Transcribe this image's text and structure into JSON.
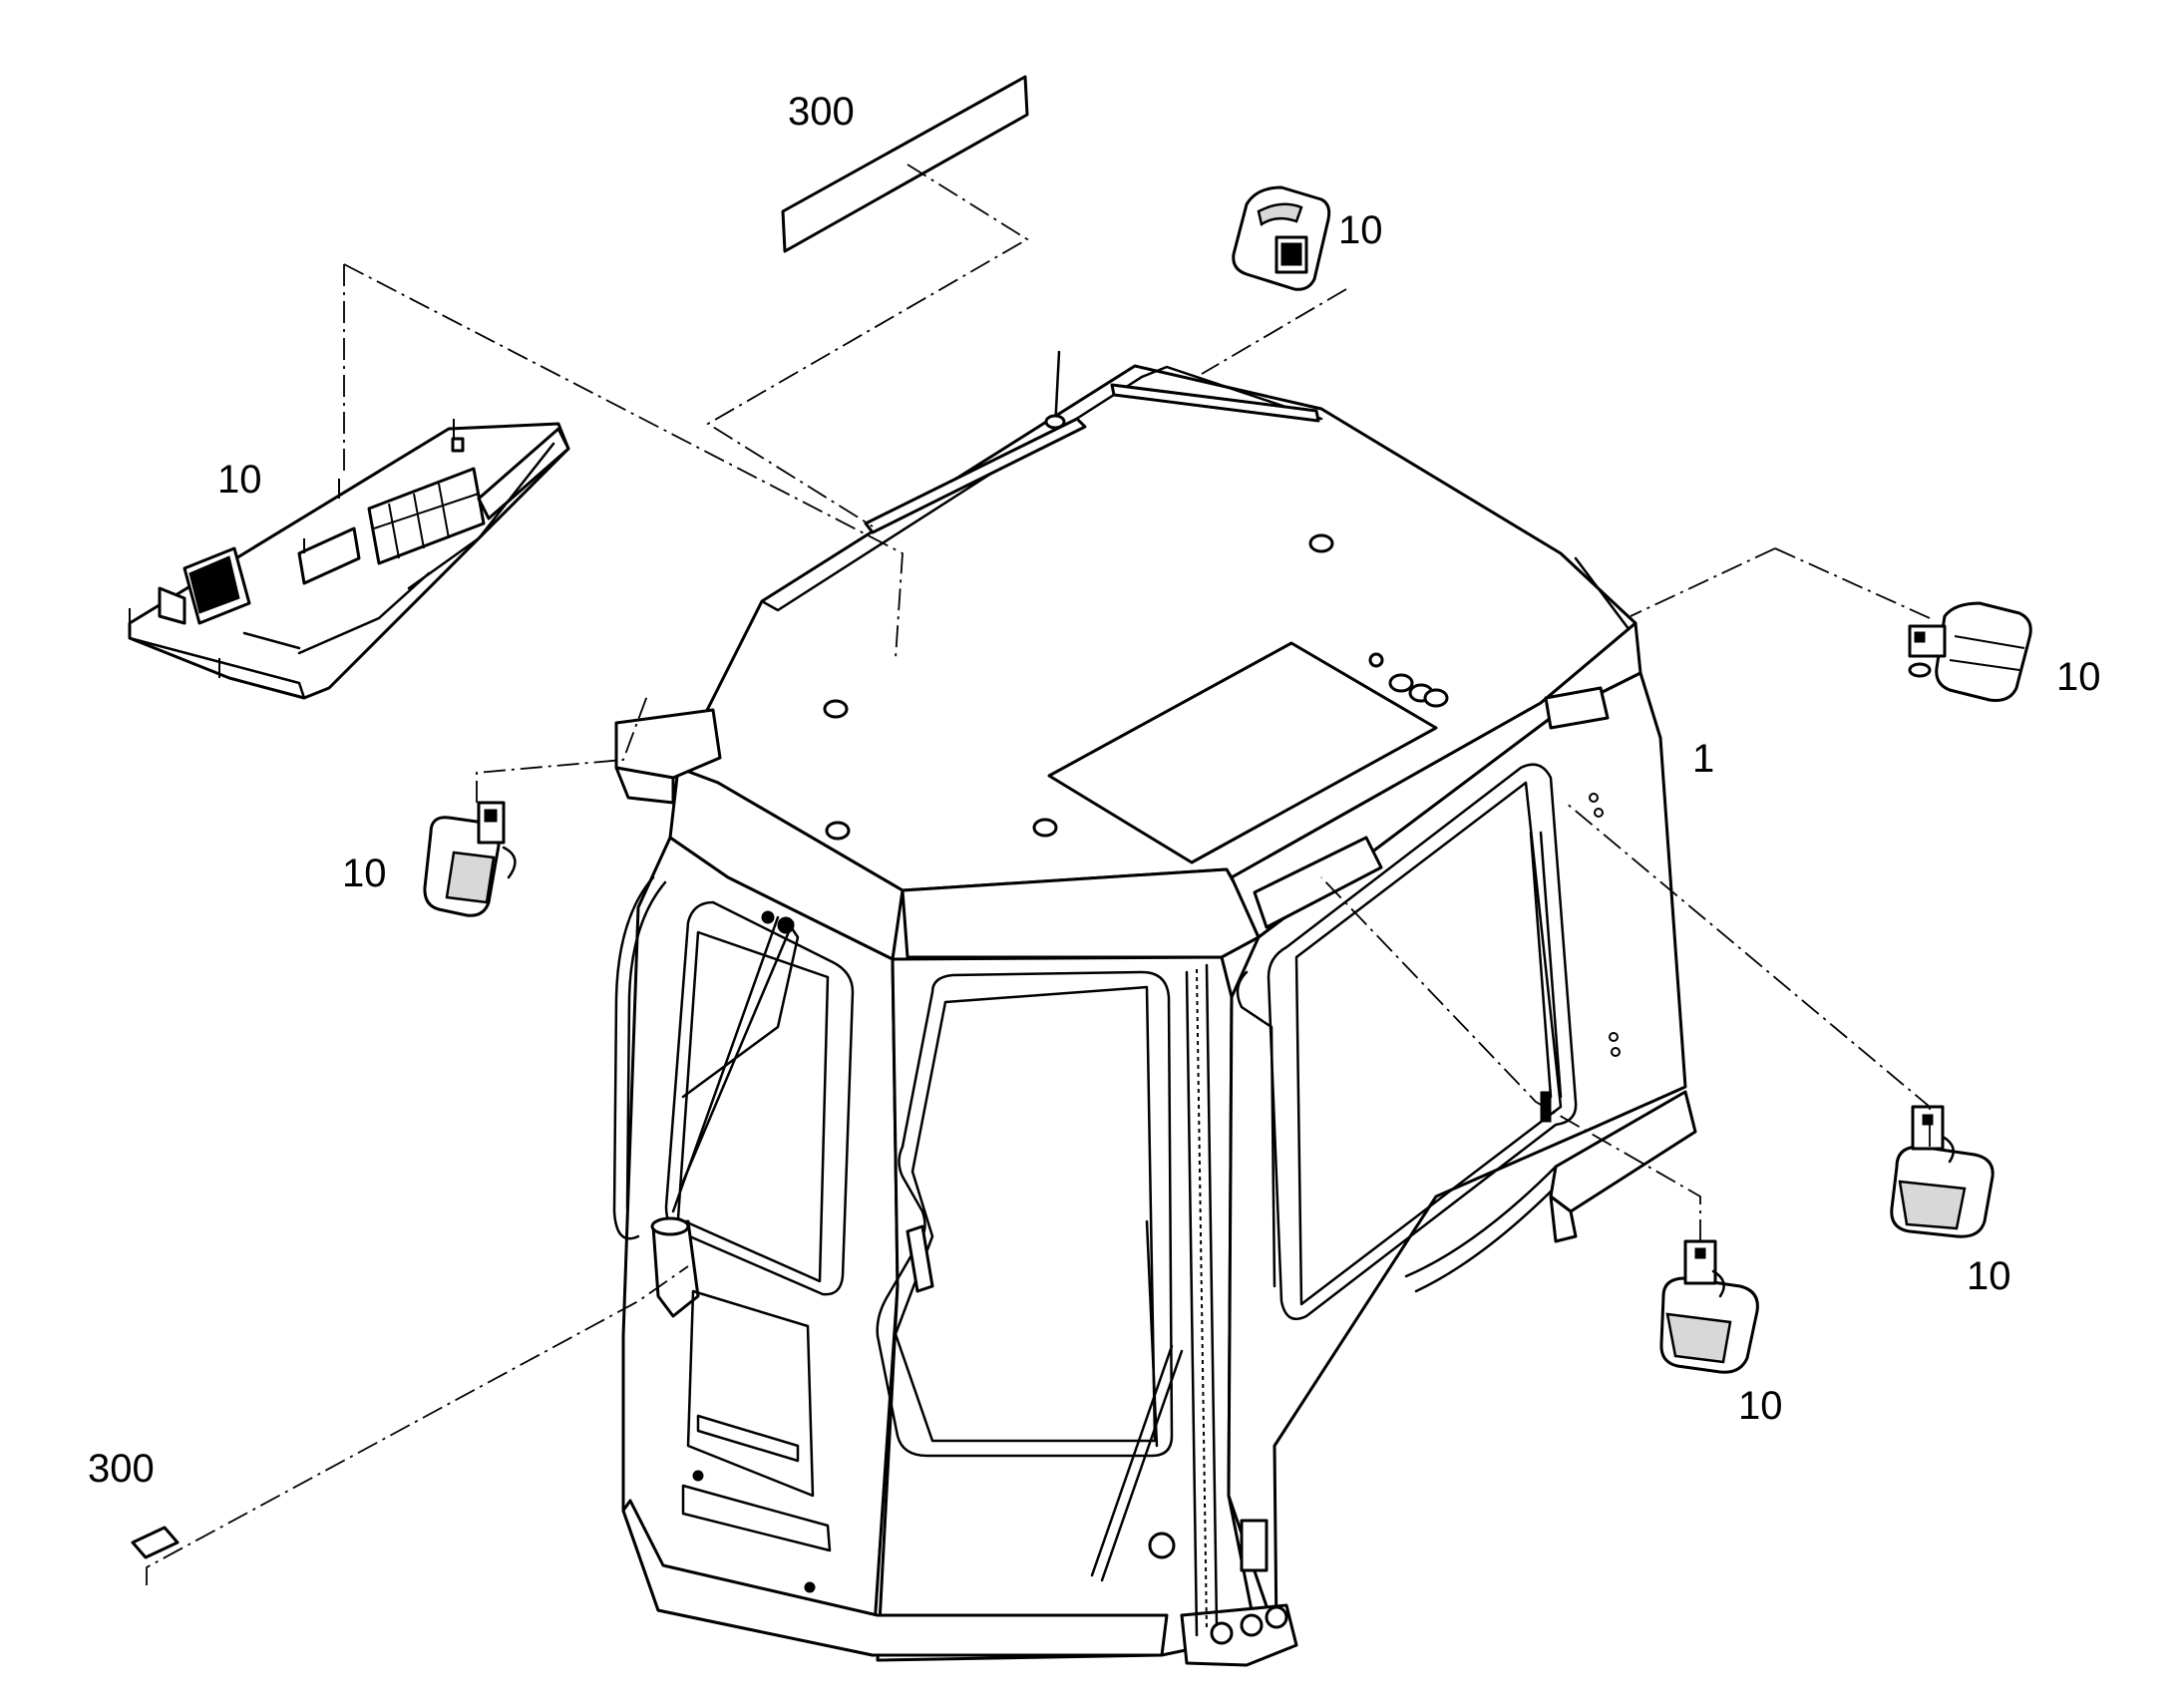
{
  "callouts": {
    "decal_top": "300",
    "decal_bottom": "300",
    "cab": "1",
    "light_top": "10",
    "harness": "10",
    "light_left": "10",
    "light_right_upper": "10",
    "light_right_lower": "10",
    "light_rear": "10"
  },
  "colors": {
    "line": "#000000",
    "background": "#ffffff"
  }
}
